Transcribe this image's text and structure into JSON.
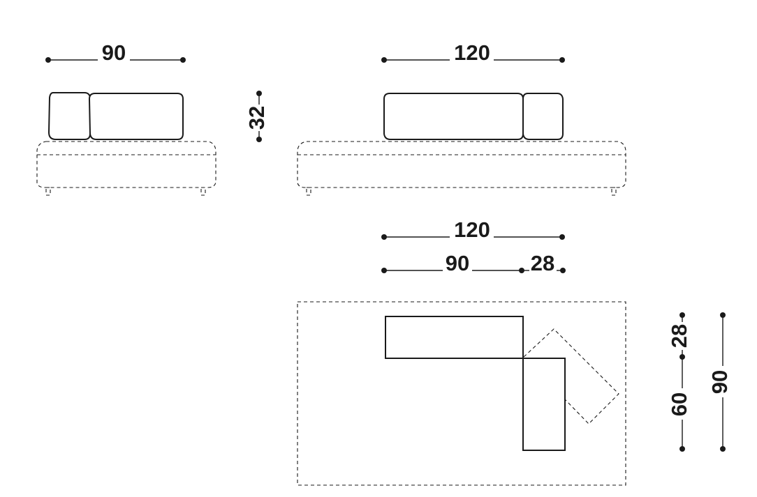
{
  "dimensions": {
    "front_small_width": "90",
    "front_large_width": "120",
    "cushion_height": "32",
    "plan_total_width": "120",
    "plan_seat_width": "90",
    "plan_arm_width": "28",
    "plan_arm_depth": "28",
    "plan_seat_depth": "60",
    "plan_total_depth": "90"
  },
  "colors": {
    "ink": "#1a1a1a",
    "background": "#ffffff"
  }
}
